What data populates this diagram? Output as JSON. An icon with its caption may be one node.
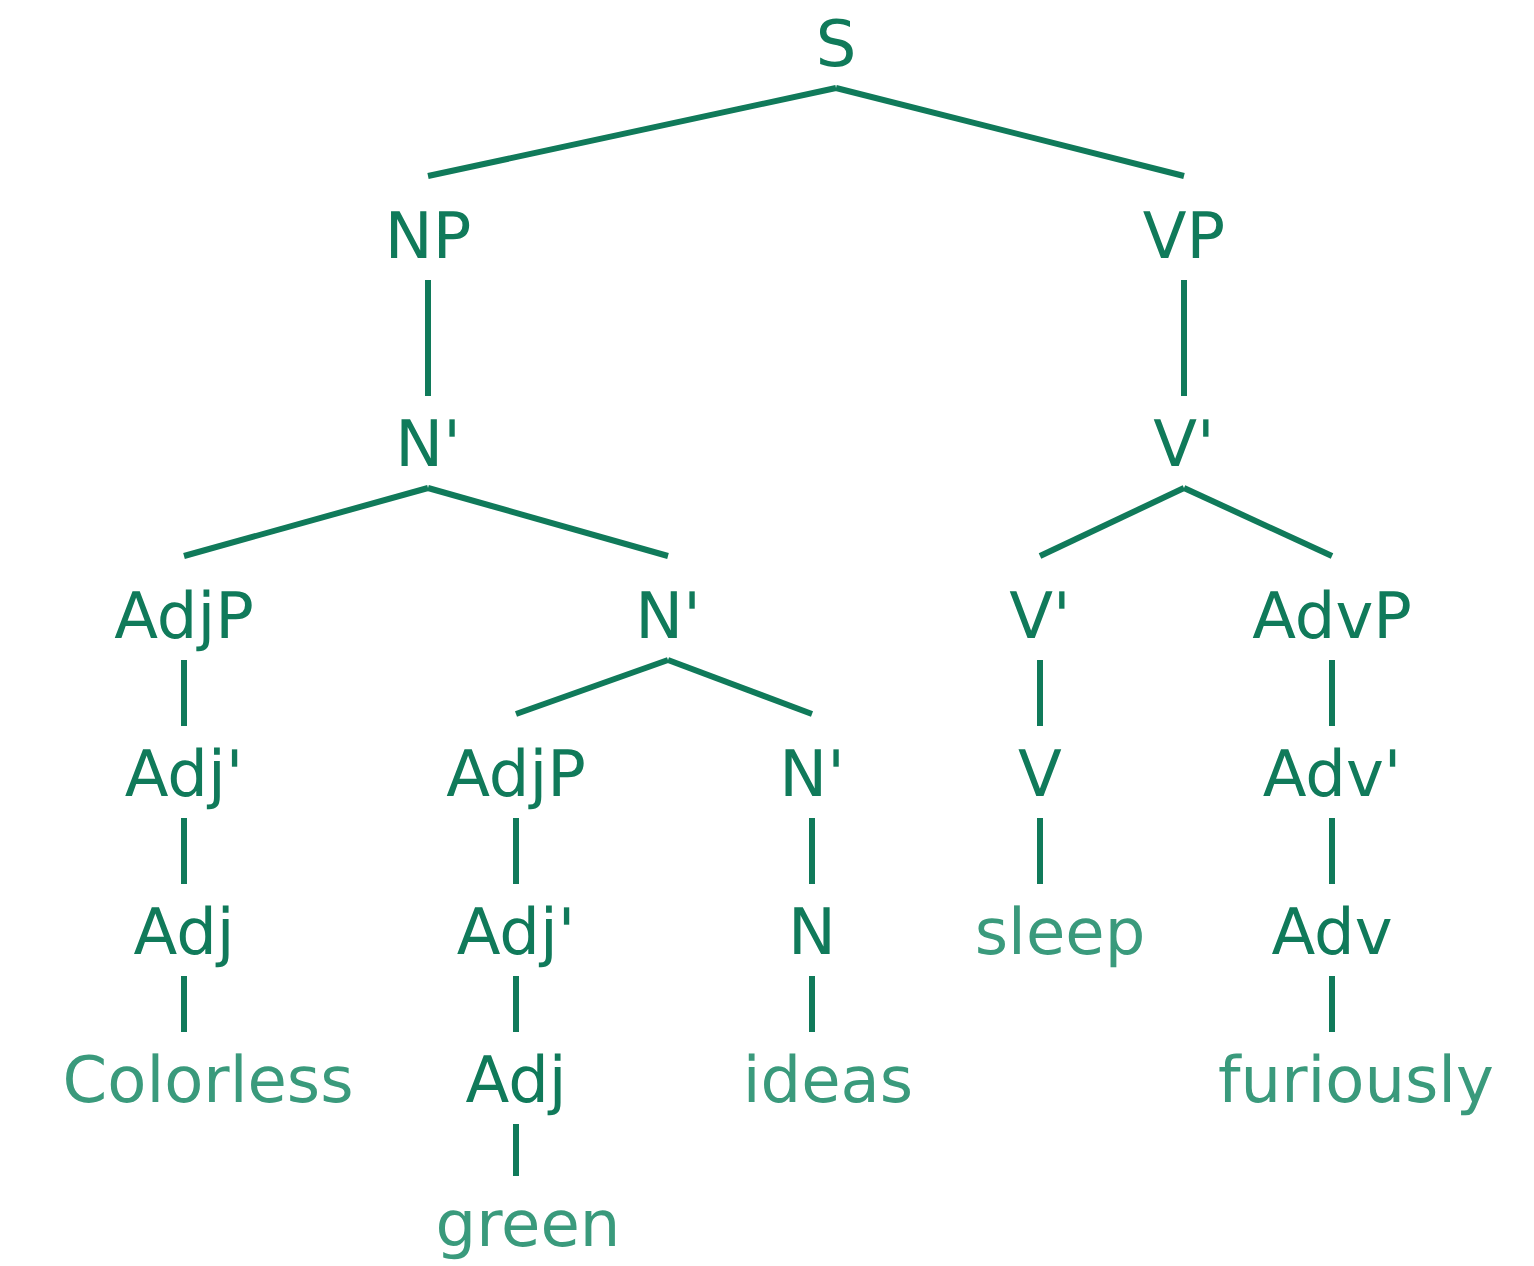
{
  "diagram": {
    "nodes": [
      {
        "text": [
          "S"
        ]
      },
      {
        "text": [
          "NP"
        ]
      },
      {
        "text": [
          "VP"
        ]
      },
      {
        "text": [
          "N'"
        ]
      },
      {
        "text": [
          "V'"
        ]
      },
      {
        "text": [
          "AdjP"
        ]
      },
      {
        "text": [
          "N'"
        ]
      },
      {
        "text": [
          "V'"
        ]
      },
      {
        "text": [
          "AdvP"
        ]
      },
      {
        "text": [
          "Adj'"
        ]
      },
      {
        "text": [
          "AdjP"
        ]
      },
      {
        "text": [
          "N'"
        ]
      },
      {
        "text": [
          "V"
        ]
      },
      {
        "text": [
          "Adv'"
        ]
      },
      {
        "text": [
          "Adj"
        ]
      },
      {
        "text": [
          "Adj'"
        ]
      },
      {
        "text": [
          "N"
        ]
      },
      {
        "text": [
          "sleep"
        ]
      },
      {
        "text": [
          "Adv"
        ]
      },
      {
        "text": [
          "Colorless"
        ]
      },
      {
        "text": [
          "Adj"
        ]
      },
      {
        "text": [
          "ideas"
        ]
      },
      {
        "text": [
          "furiously"
        ]
      },
      {
        "text": [
          "green"
        ]
      }
    ],
    "edges": [
      {
        "from": 0,
        "to": 1,
        "arrow": "none"
      },
      {
        "from": 0,
        "to": 2,
        "arrow": "none"
      },
      {
        "from": 1,
        "to": 3,
        "arrow": "none"
      },
      {
        "from": 2,
        "to": 4,
        "arrow": "none"
      },
      {
        "from": 3,
        "to": 5,
        "arrow": "none"
      },
      {
        "from": 3,
        "to": 6,
        "arrow": "none"
      },
      {
        "from": 4,
        "to": 7,
        "arrow": "none"
      },
      {
        "from": 4,
        "to": 8,
        "arrow": "none"
      },
      {
        "from": 5,
        "to": 9,
        "arrow": "none"
      },
      {
        "from": 6,
        "to": 10,
        "arrow": "none"
      },
      {
        "from": 6,
        "to": 11,
        "arrow": "none"
      },
      {
        "from": 7,
        "to": 12,
        "arrow": "none"
      },
      {
        "from": 8,
        "to": 13,
        "arrow": "none"
      },
      {
        "from": 9,
        "to": 14,
        "arrow": "none"
      },
      {
        "from": 10,
        "to": 15,
        "arrow": "none"
      },
      {
        "from": 11,
        "to": 16,
        "arrow": "none"
      },
      {
        "from": 12,
        "to": 17,
        "arrow": "none"
      },
      {
        "from": 13,
        "to": 18,
        "arrow": "none"
      },
      {
        "from": 14,
        "to": 19,
        "arrow": "none"
      },
      {
        "from": 15,
        "to": 20,
        "arrow": "none"
      },
      {
        "from": 16,
        "to": 21,
        "arrow": "none"
      },
      {
        "from": 18,
        "to": 22,
        "arrow": "none"
      },
      {
        "from": 20,
        "to": 23,
        "arrow": "none"
      }
    ]
  }
}
